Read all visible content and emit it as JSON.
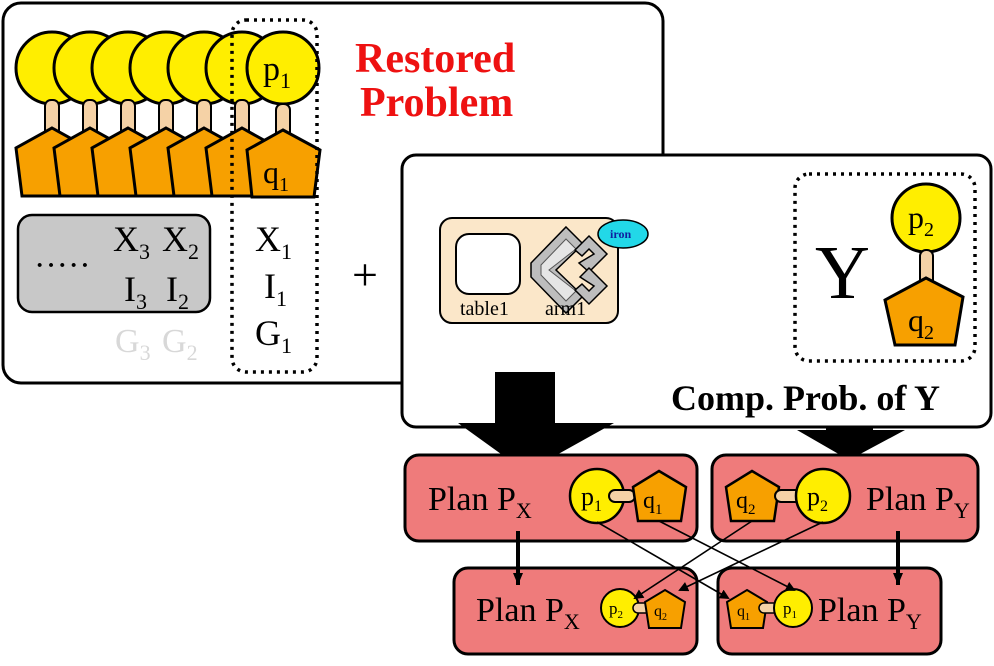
{
  "restored_problem": {
    "title_line1": "Restored",
    "title_line2": "Problem",
    "ellipsis": "·····",
    "p": "p",
    "q": "q",
    "x_labels": [
      "X",
      "X",
      "X"
    ],
    "x_subs": [
      "3",
      "2",
      "1"
    ],
    "i_labels": [
      "I",
      "I",
      "I"
    ],
    "i_subs": [
      "3",
      "2",
      "1"
    ],
    "g_labels": [
      "G",
      "G",
      "G"
    ],
    "g_subs": [
      "3",
      "2",
      "1"
    ],
    "selected_sub": "1"
  },
  "plus_sign": "+",
  "comp_problem": {
    "title": "Comp. Prob. of Y",
    "table_label": "table1",
    "arm_label": "arm1",
    "iron_label": "iron",
    "y_label": "Y",
    "p": "p",
    "q": "q",
    "sub": "2"
  },
  "plans": {
    "plan_word": "Plan P",
    "x_sub": "X",
    "y_sub": "Y",
    "p": "p",
    "q": "q",
    "sub1": "1",
    "sub2": "2"
  },
  "colors": {
    "yellow": "#ffee00",
    "orange": "#f7a000",
    "plan_red": "#ef7b7b",
    "gray_box": "#c8c8c8",
    "tan_box": "#fbe7c9",
    "iron_cyan": "#22d8e8",
    "title_red": "#ee1111",
    "link_tan": "#f5d2a6"
  }
}
